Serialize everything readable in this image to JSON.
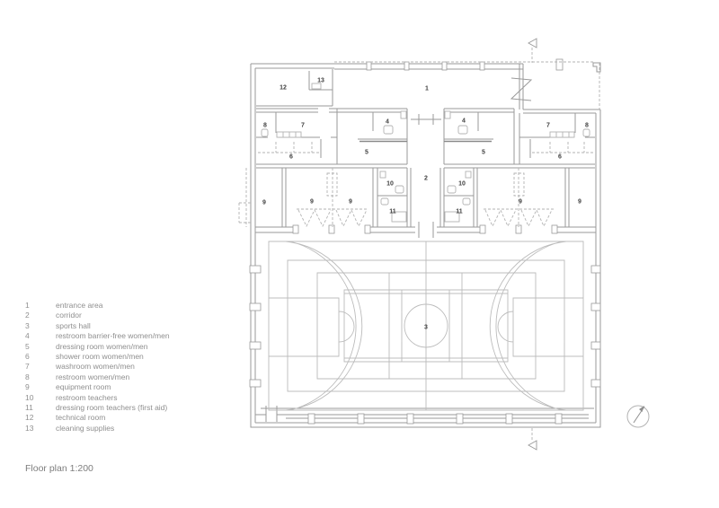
{
  "document": {
    "title": "Floor plan 1:200"
  },
  "legend": {
    "items": [
      {
        "number": "1",
        "label": "entrance area"
      },
      {
        "number": "2",
        "label": "corridor"
      },
      {
        "number": "3",
        "label": "sports hall"
      },
      {
        "number": "4",
        "label": "restroom barrier-free women/men"
      },
      {
        "number": "5",
        "label": "dressing room women/men"
      },
      {
        "number": "6",
        "label": "shower room women/men"
      },
      {
        "number": "7",
        "label": "washroom women/men"
      },
      {
        "number": "8",
        "label": "restroom women/men"
      },
      {
        "number": "9",
        "label": "equipment room"
      },
      {
        "number": "10",
        "label": "restroom teachers"
      },
      {
        "number": "11",
        "label": "dressing room teachers (first aid)"
      },
      {
        "number": "12",
        "label": "technical room"
      },
      {
        "number": "13",
        "label": "cleaning supplies"
      }
    ]
  },
  "plan": {
    "room_labels": [
      {
        "num": "12"
      },
      {
        "num": "13"
      },
      {
        "num": "1"
      },
      {
        "num": "8"
      },
      {
        "num": "7"
      },
      {
        "num": "4"
      },
      {
        "num": "4"
      },
      {
        "num": "7"
      },
      {
        "num": "8"
      },
      {
        "num": "6"
      },
      {
        "num": "5"
      },
      {
        "num": "5"
      },
      {
        "num": "6"
      },
      {
        "num": "2"
      },
      {
        "num": "9"
      },
      {
        "num": "9"
      },
      {
        "num": "9"
      },
      {
        "num": "10"
      },
      {
        "num": "11"
      },
      {
        "num": "10"
      },
      {
        "num": "11"
      },
      {
        "num": "9"
      },
      {
        "num": "9"
      },
      {
        "num": "3"
      }
    ],
    "icons": {
      "north_arrow": "compass-circle-with-needle",
      "section_marker": "section-cut-flag",
      "entrance_door": "zigzag-door-symbol"
    },
    "colors": {
      "wall_line": "#9a9a9a",
      "court_line": "#bcbcbc",
      "dashed_line": "#b3b3b3",
      "room_label_text": "#3f3f3f",
      "legend_text": "#8f8f8f"
    }
  }
}
